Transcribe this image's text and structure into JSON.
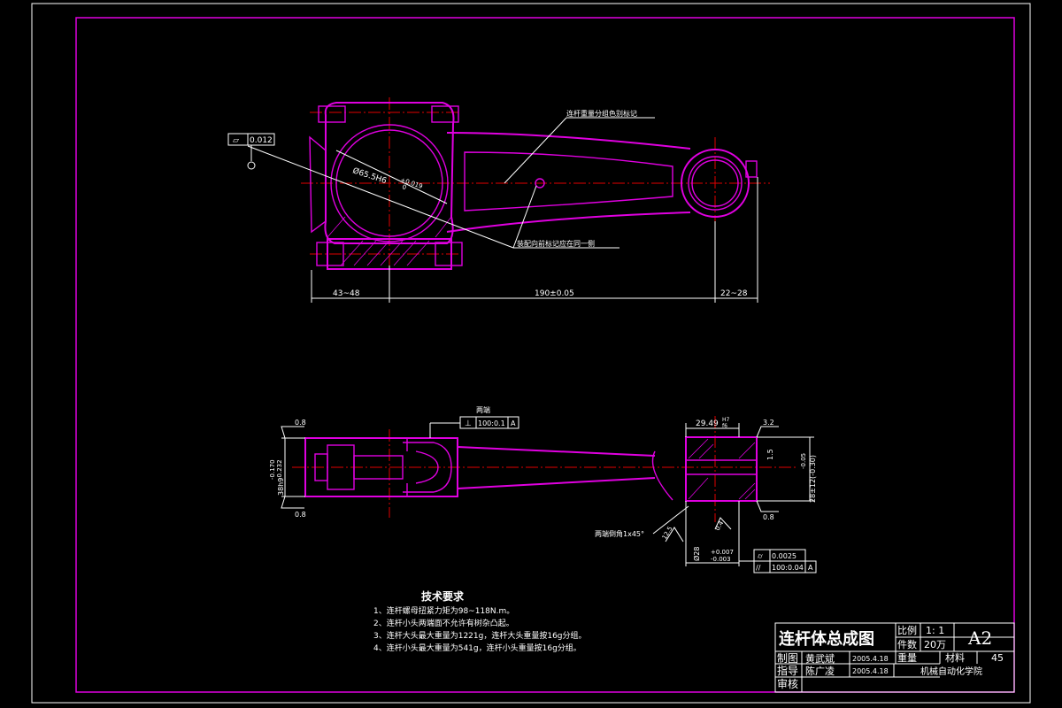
{
  "views": {
    "front": {
      "note_weight_group": "连杆重量分组色别标记",
      "note_mark_side": "装配向前标记应在同一侧",
      "bore_dim": "Ø65.5H6",
      "bore_tol_upper": "+0.019",
      "bore_tol_lower": "0",
      "flatness_symbol": "⏥",
      "flatness_value": "0.012",
      "dim_left": "43~48",
      "dim_center": "190±0.05",
      "dim_right": "22~28"
    },
    "side": {
      "label_both_ends": "两端",
      "par_symbol": "⊥",
      "par_value": "100:0.1",
      "par_datum": "A",
      "width_top_left": "0.8",
      "width_bot_left": "0.8",
      "left_height_dim": "38h9",
      "left_tol_upper": "-0.170",
      "left_tol_lower": "-0.232",
      "small_end_width": "29.49",
      "small_end_fit": "H7",
      "small_end_fit2": "f6",
      "roughness_right_top": "3.2",
      "roughness_right_bot": "0.8",
      "right_height_dim": "28±12(-0.30)",
      "right_tol": "-0.05",
      "hole_dim": "1.5",
      "chamfer_note": "两端倒角1x45°",
      "roughness_chamfer": "12.5",
      "roughness_bush": "0.4",
      "bush_dim": "Ø28",
      "bush_tol_upper": "+0.007",
      "bush_tol_lower": "-0.003",
      "cyl_symbol": "⌭",
      "cyl_value": "0.0025",
      "par2_symbol": "//",
      "par2_value": "100:0.04",
      "par2_datum": "A"
    }
  },
  "tech_requirements": {
    "title": "技术要求",
    "items": [
      "1、连杆螺母扭紧力矩为98~118N.m。",
      "2、连杆小头两端面不允许有树杂凸起。",
      "3、连杆大头最大重量为1221g，连杆大头重量按16g分组。",
      "4、连杆小头最大重量为541g，连杆小头重量按16g分组。"
    ]
  },
  "title_block": {
    "title": "连杆体总成图",
    "scale_label": "比例",
    "scale_value": "1: 1",
    "sheet_size": "A2",
    "qty_label": "件数",
    "qty_value": "20万",
    "weight_label": "重量",
    "material_label": "材料",
    "material_value": "45",
    "drawn_label": "制图",
    "drawn_name": "黄武斌",
    "drawn_date": "2005.4.18",
    "guide_label": "指导",
    "guide_name": "陈广凌",
    "guide_date": "2005.4.18",
    "review_label": "审核",
    "school": "机械自动化学院"
  },
  "colors": {
    "background": "#000000",
    "outline": "#e000e0",
    "centerline": "#e00000",
    "text": "#ffffff"
  }
}
